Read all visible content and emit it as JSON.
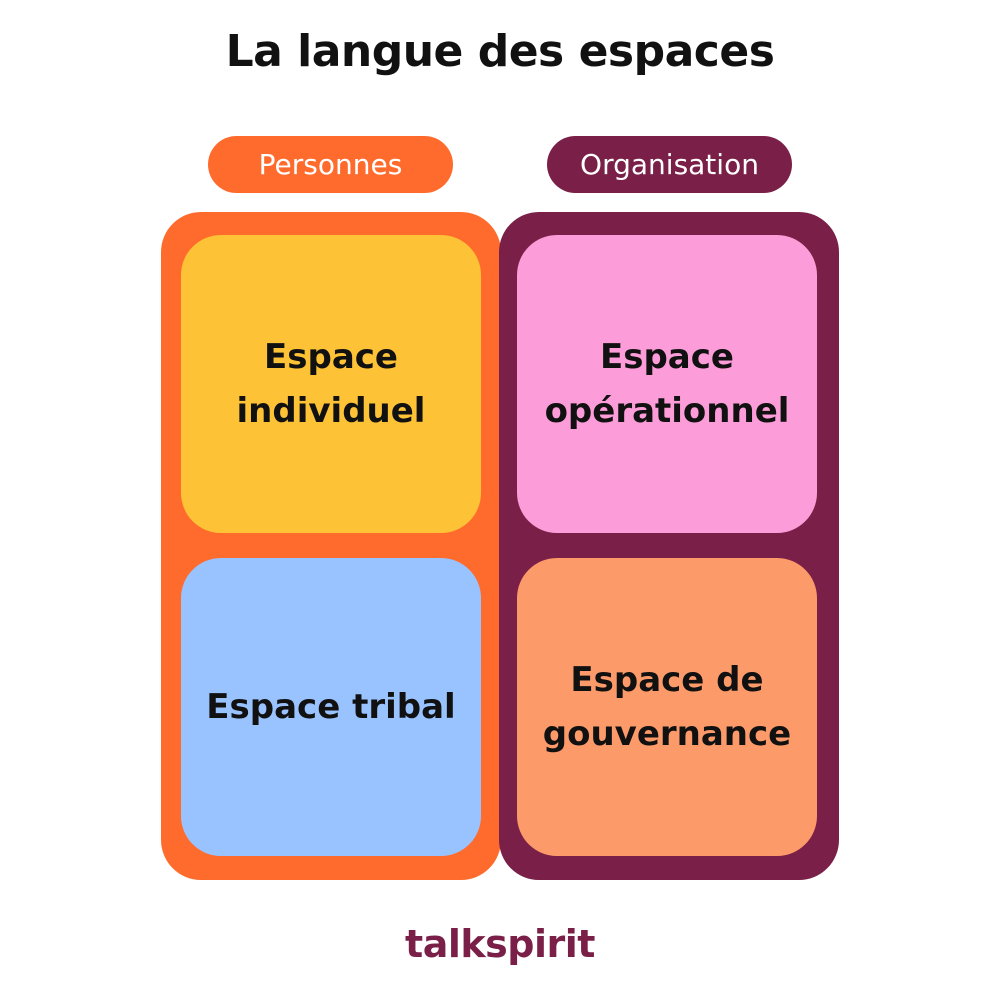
{
  "title": "La langue des espaces",
  "columns": [
    {
      "label": "Personnes",
      "color": "#FF6B2C"
    },
    {
      "label": "Organisation",
      "color": "#7A1F47"
    }
  ],
  "cards": {
    "top_left": {
      "text": "Espace\nindividuel",
      "color": "#FDC235"
    },
    "bottom_left": {
      "text": "Espace tribal",
      "color": "#99C3FF"
    },
    "top_right": {
      "text": "Espace\nopérationnel",
      "color": "#FC9CD8"
    },
    "bottom_right": {
      "text": "Espace de\ngouvernance",
      "color": "#FD9A6A"
    }
  },
  "logo": {
    "text": "talkspirit",
    "color": "#7A1F47"
  }
}
